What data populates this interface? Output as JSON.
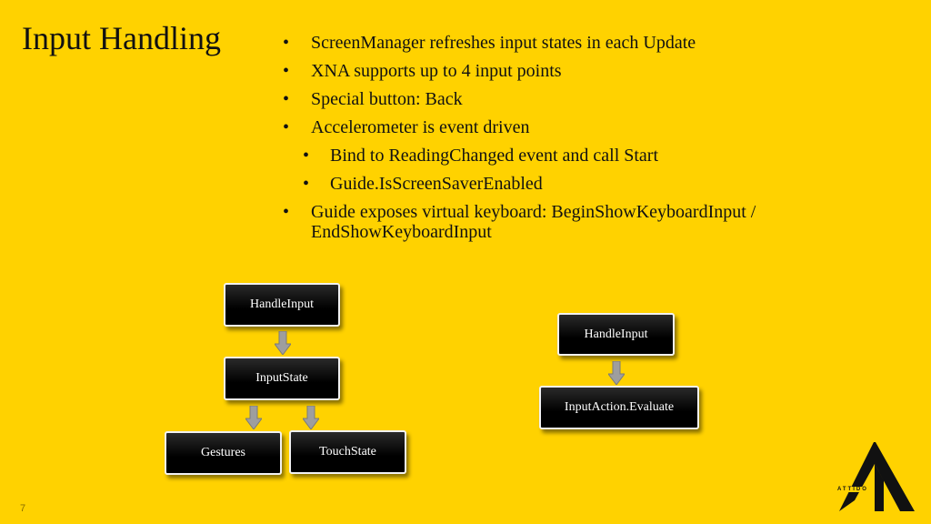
{
  "slide": {
    "title": "Input Handling",
    "number": "7"
  },
  "bullets": [
    {
      "level": 1,
      "text": "ScreenManager refreshes input states in each Update"
    },
    {
      "level": 1,
      "text": "XNA supports up to 4 input points"
    },
    {
      "level": 1,
      "text": "Special button: Back"
    },
    {
      "level": 1,
      "text": "Accelerometer is event driven"
    },
    {
      "level": 2,
      "text": "Bind to ReadingChanged event and call Start"
    },
    {
      "level": 2,
      "text": "Guide.IsScreenSaverEnabled"
    },
    {
      "level": 1,
      "text": "Guide exposes virtual keyboard: BeginShowKeyboardInput / EndShowKeyboardInput"
    }
  ],
  "diagram_left": {
    "handle_input": "HandleInput",
    "input_state": "InputState",
    "gestures": "Gestures",
    "touch_state": "TouchState"
  },
  "diagram_right": {
    "handle_input": "HandleInput",
    "input_action": "InputAction.Evaluate"
  },
  "logo": {
    "text": "ATTIDO"
  },
  "colors": {
    "background": "#FFD200",
    "node_fill": "#000000",
    "node_border": "#F2F2F2",
    "arrow": "#9E9E9E"
  }
}
